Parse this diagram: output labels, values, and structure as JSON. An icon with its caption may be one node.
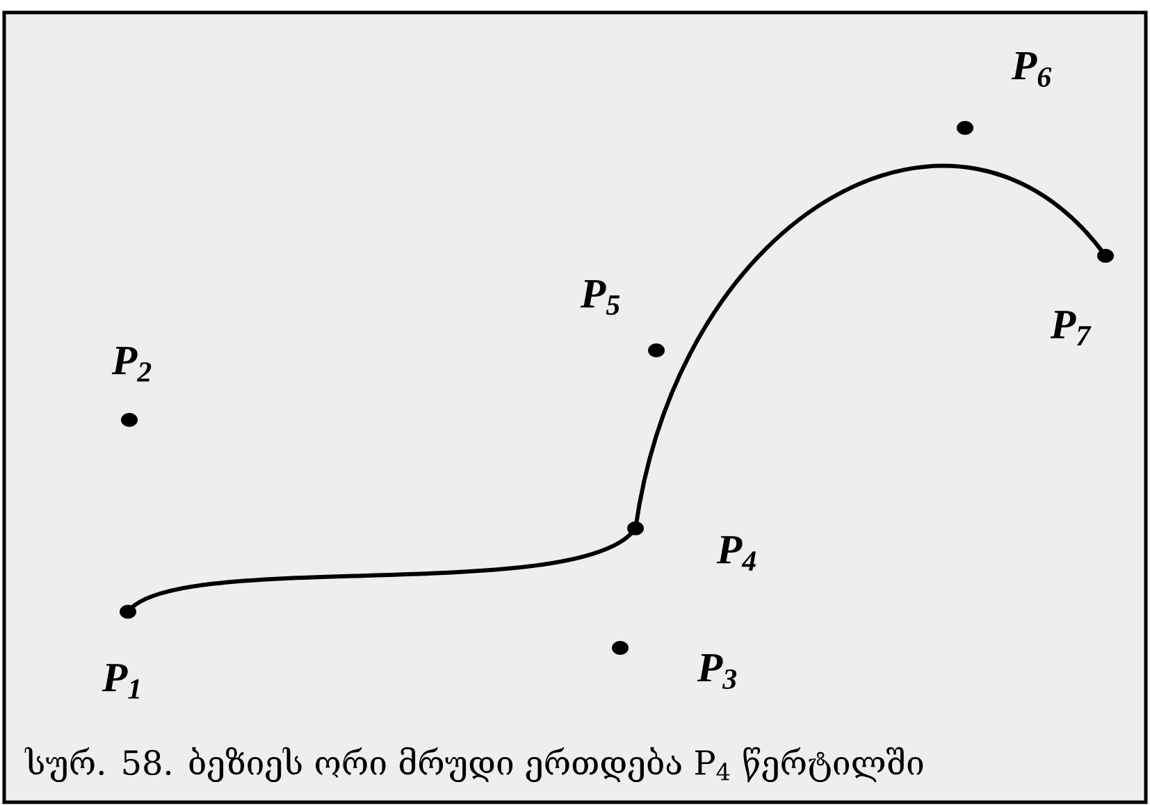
{
  "diagram": {
    "caption": "სურ. 58. ბეზიეს ორი მრუდი ერთდება P$_{4}$ წერტილში",
    "labels": [
      "P$_{1}$",
      "P$_{2}$",
      "P$_{3}$",
      "P$_{4}$",
      "P$_{5}$",
      "P$_{6}$",
      "P$_{7}$"
    ]
  }
}
